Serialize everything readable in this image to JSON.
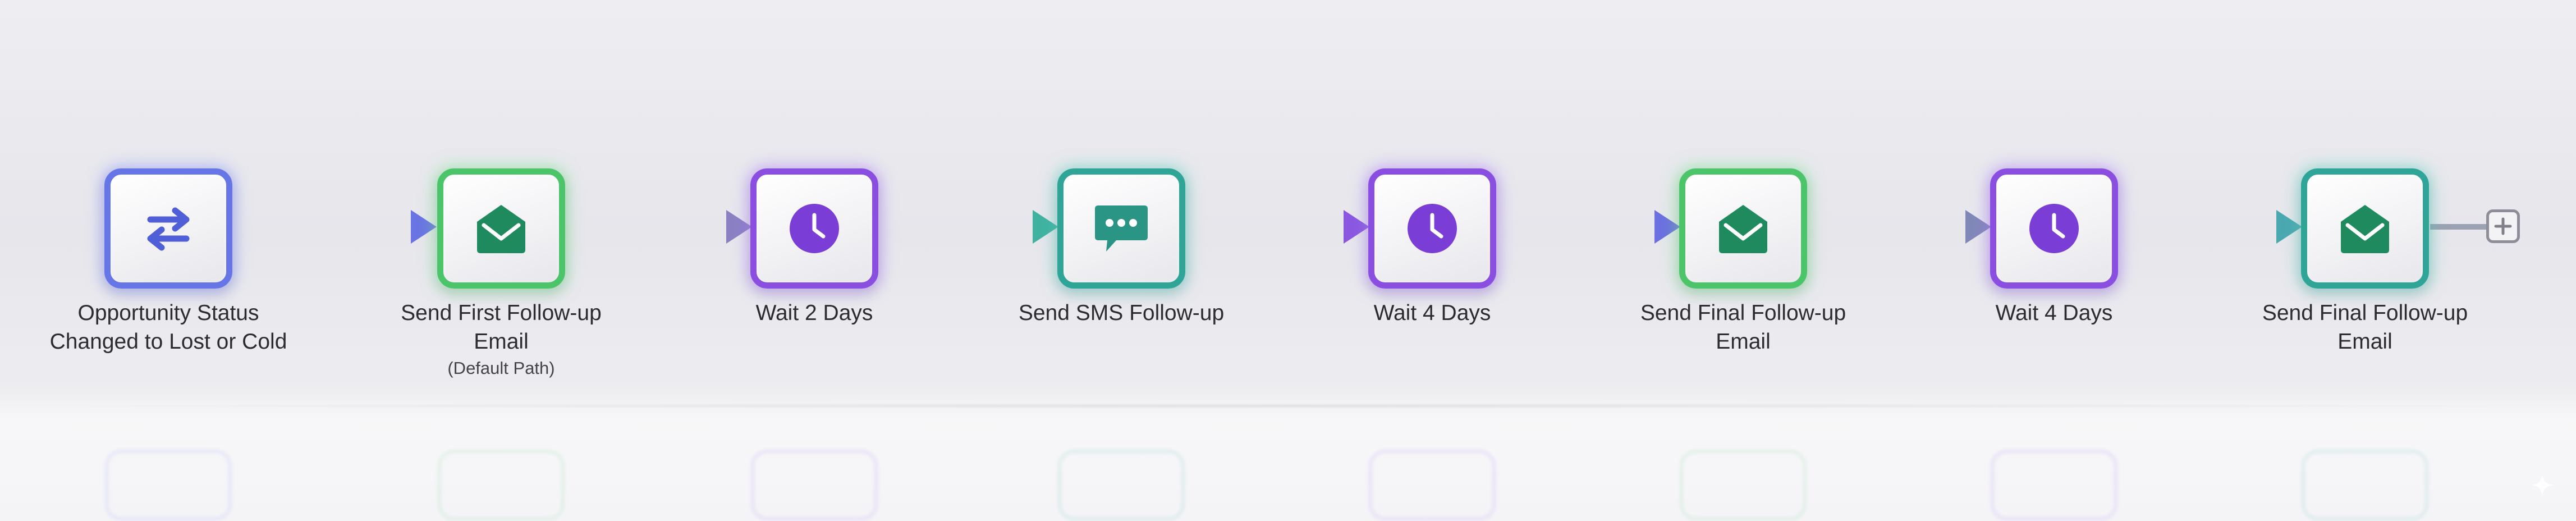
{
  "workflow": {
    "steps": [
      {
        "id": "trigger",
        "label": "Opportunity Status Changed to Lost or Cold",
        "sub": "",
        "icon": "transfer-arrows-icon",
        "color": "#6676e6",
        "glow": "#8b98ff"
      },
      {
        "id": "email-1",
        "label": "Send First Follow-up Email",
        "sub": "(Default Path)",
        "icon": "envelope-icon",
        "color": "#4cc46a",
        "glow": "#7be895"
      },
      {
        "id": "wait-1",
        "label": "Wait 2 Days",
        "sub": "",
        "icon": "clock-icon",
        "color": "#8a4fe0",
        "glow": "#b183ff"
      },
      {
        "id": "sms",
        "label": "Send SMS Follow-up",
        "sub": "",
        "icon": "chat-bubble-icon",
        "color": "#2fa597",
        "glow": "#5fd3c3"
      },
      {
        "id": "wait-2",
        "label": "Wait 4 Days",
        "sub": "",
        "icon": "clock-icon",
        "color": "#8a4fe0",
        "glow": "#b183ff"
      },
      {
        "id": "email-2",
        "label": "Send Final Follow-up Email",
        "sub": "",
        "icon": "envelope-icon",
        "color": "#4cc46a",
        "glow": "#7be895"
      },
      {
        "id": "wait-3",
        "label": "Wait 4 Days",
        "sub": "",
        "icon": "clock-icon",
        "color": "#8a4fe0",
        "glow": "#b183ff"
      },
      {
        "id": "email-3",
        "label": "Send Final Follow-up Email",
        "sub": "",
        "icon": "envelope-icon",
        "color": "#2fa597",
        "glow": "#5fd3c3"
      }
    ],
    "add_step": {
      "icon": "plus-icon"
    }
  },
  "colors": {
    "email_icon": "#1f8a5e",
    "clock_icon": "#7a3ed6",
    "sms_icon": "#2a9485",
    "trigger_icon": "#4f5fd8",
    "connector_neutral": "#7f85a8"
  }
}
